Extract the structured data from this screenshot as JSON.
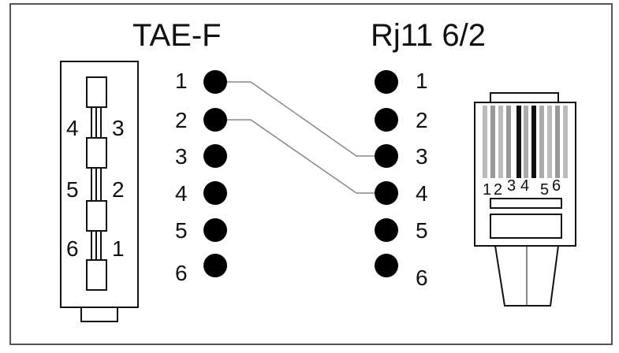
{
  "title_left": "TAE-F",
  "title_right": "Rj11 6/2",
  "tae_pins": [
    "1",
    "2",
    "3",
    "4",
    "5",
    "6"
  ],
  "rj_pins": [
    "1",
    "2",
    "3",
    "4",
    "5",
    "6"
  ],
  "tae_connector": {
    "left_labels": [
      "4",
      "5",
      "6"
    ],
    "right_labels": [
      "3",
      "2",
      "1"
    ]
  },
  "rj11_plug": {
    "pin_labels": [
      "1",
      "2",
      "3",
      "4",
      "5",
      "6"
    ]
  },
  "wires": [
    {
      "from": "1",
      "to": "3"
    },
    {
      "from": "2",
      "to": "4"
    }
  ],
  "colors": {
    "frame": "#555555",
    "dot": "#000000",
    "wire": "#888888"
  }
}
